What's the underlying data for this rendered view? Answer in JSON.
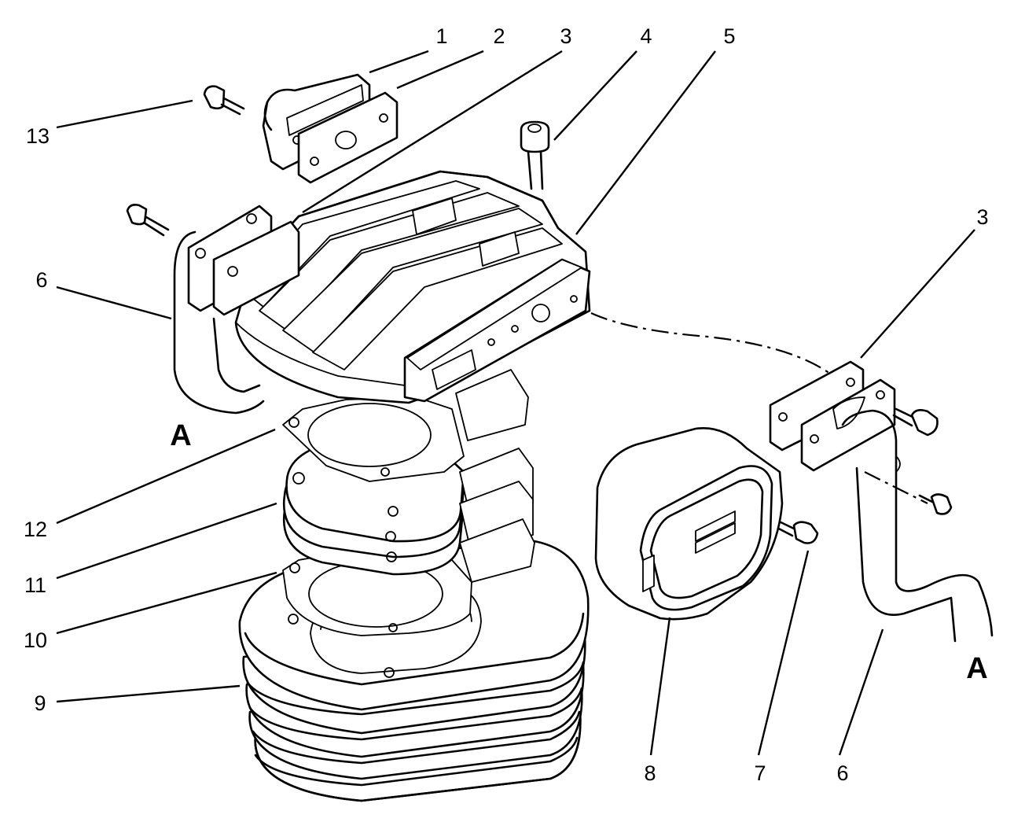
{
  "callouts": {
    "c1": "1",
    "c2": "2",
    "c3_top": "3",
    "c4": "4",
    "c5": "5",
    "c3_right": "3",
    "c13": "13",
    "c6_left": "6",
    "c12": "12",
    "c11": "11",
    "c10": "10",
    "c9": "9",
    "c8": "8",
    "c7": "7",
    "c6_right": "6"
  },
  "view_markers": {
    "left": "A",
    "right": "A"
  }
}
